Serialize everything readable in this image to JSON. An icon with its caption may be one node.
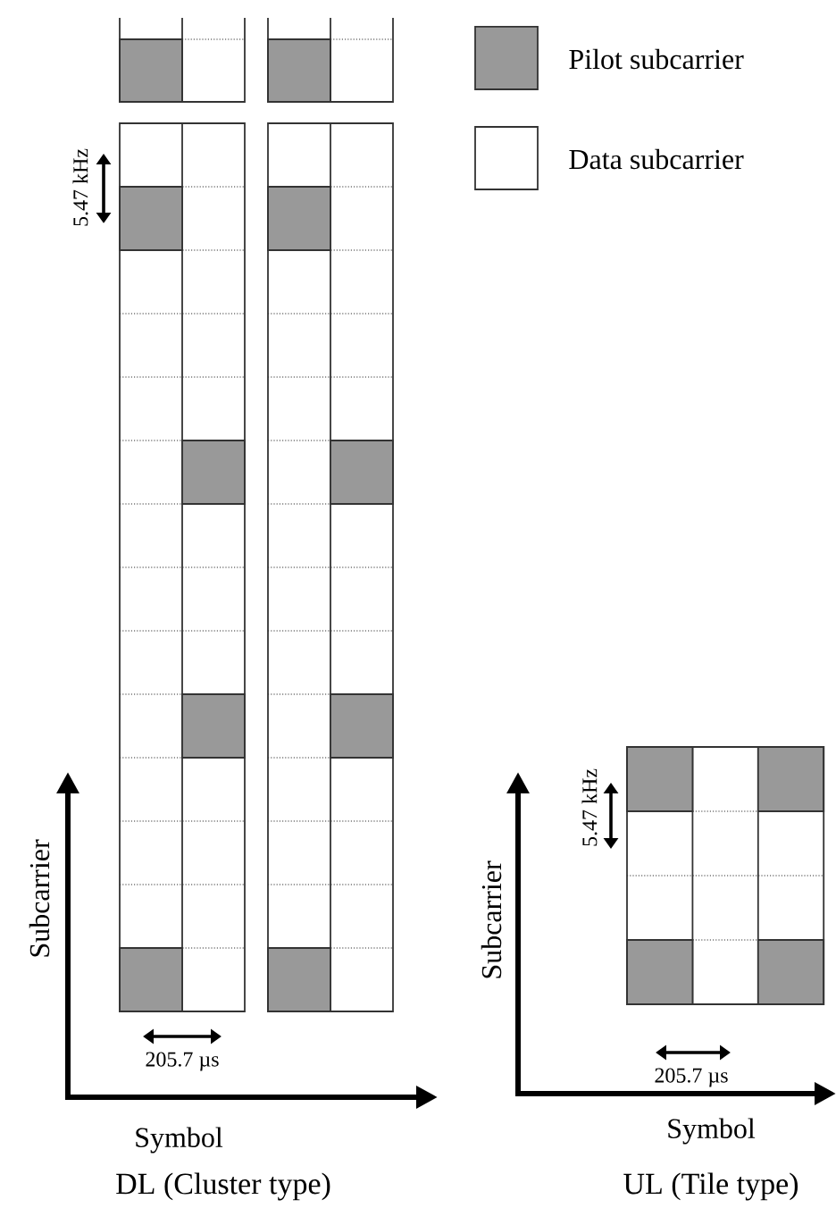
{
  "diagram": {
    "labels": [
      "5.47 kHz",
      "205.7 µs",
      "Subcarrier",
      "Symbol",
      "DL (Cluster type)",
      "5.47 kHz",
      "Subcarrier",
      "205.7 µs",
      "Symbol",
      "UL (Tile type)"
    ],
    "legend": [
      {
        "text": "Pilot subcarrier",
        "color": "#999999"
      },
      {
        "text": "Data subcarrier"
      }
    ]
  }
}
